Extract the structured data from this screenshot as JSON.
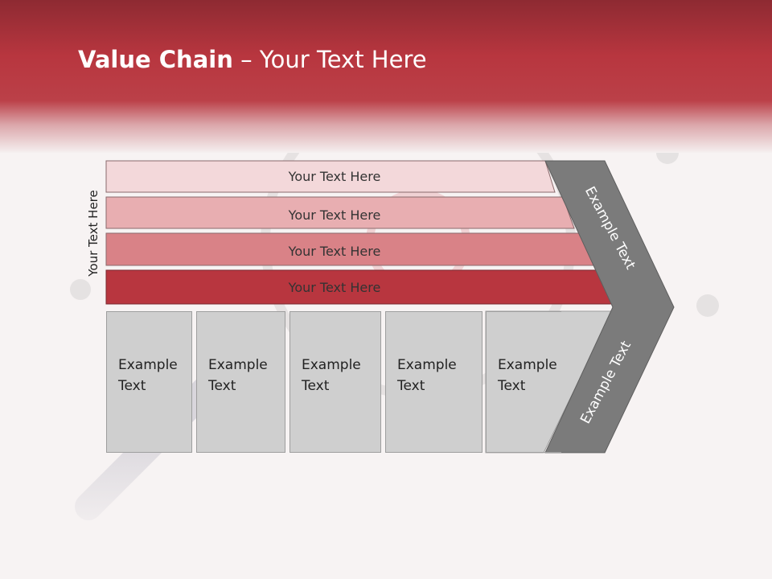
{
  "slide": {
    "title_bold": "Value Chain",
    "title_rest": " – Your Text Here",
    "side_label": "Your Text Here"
  },
  "bars": [
    {
      "label": "Your Text Here",
      "color": "#f3d8da"
    },
    {
      "label": "Your Text Here",
      "color": "#e8aeb1"
    },
    {
      "label": "Your Text Here",
      "color": "#d98287"
    },
    {
      "label": "Your Text Here",
      "color": "#b8363f"
    }
  ],
  "boxes": [
    {
      "line1": "Example",
      "line2": "Text"
    },
    {
      "line1": "Example",
      "line2": "Text"
    },
    {
      "line1": "Example",
      "line2": "Text"
    },
    {
      "line1": "Example",
      "line2": "Text"
    },
    {
      "line1": "Example",
      "line2": "Text"
    }
  ],
  "chevron": {
    "upper_label": "Example Text",
    "lower_label": "Example Text",
    "color": "#7b7b7b"
  }
}
